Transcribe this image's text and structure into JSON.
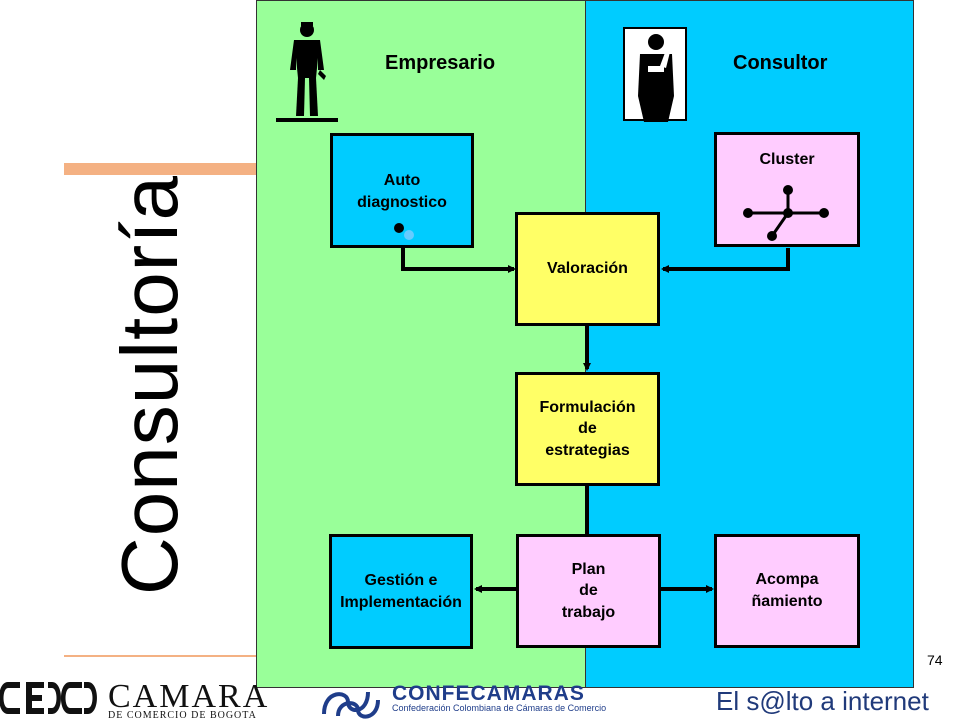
{
  "slide": {
    "title": "Consultoría",
    "page_number": "74"
  },
  "columns": {
    "left_heading": "Empresario",
    "right_heading": "Consultor"
  },
  "boxes": {
    "auto": "Auto\ndiagnostico",
    "cluster": "Cluster",
    "valoracion": "Valoración",
    "formulacion": "Formulación\nde\nestrategias",
    "gestion": "Gestión e\nImplementación",
    "plan": "Plan\nde\ntrabajo",
    "acompa": "Acompa\nñamiento"
  },
  "footer": {
    "camara": "CAMARA",
    "camara_sub": "DE COMERCIO DE BOGOTA",
    "confecamaras": "CONFECAMARAS",
    "confecamaras_sub": "Confederación Colombiana de Cámaras de Comercio",
    "salto": "El s@lto a internet"
  },
  "colors": {
    "empresario_panel": "#99ff99",
    "consultor_panel": "#00ccff",
    "box_blue": "#00ccff",
    "box_yellow": "#ffff66",
    "box_pink": "#ffccff",
    "accent_orange": "#f4b183"
  },
  "icons": [
    "businessman-standing-icon",
    "consultant-thinking-icon",
    "cluster-network-icon"
  ]
}
